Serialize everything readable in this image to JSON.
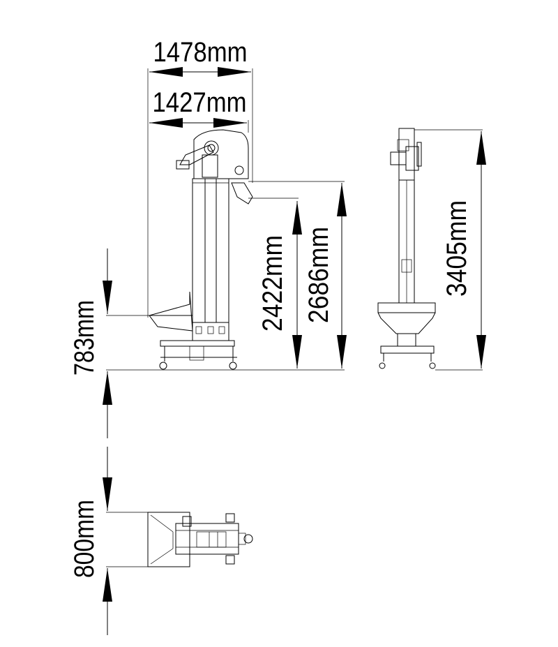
{
  "dimensions": {
    "width_outer": "1478mm",
    "width_inner": "1427mm",
    "height_discharge": "2422mm",
    "height_head": "2686mm",
    "height_total": "3405mm",
    "height_hopper": "783mm",
    "depth_base": "800mm"
  },
  "colors": {
    "line": "#000000",
    "background": "#ffffff"
  }
}
